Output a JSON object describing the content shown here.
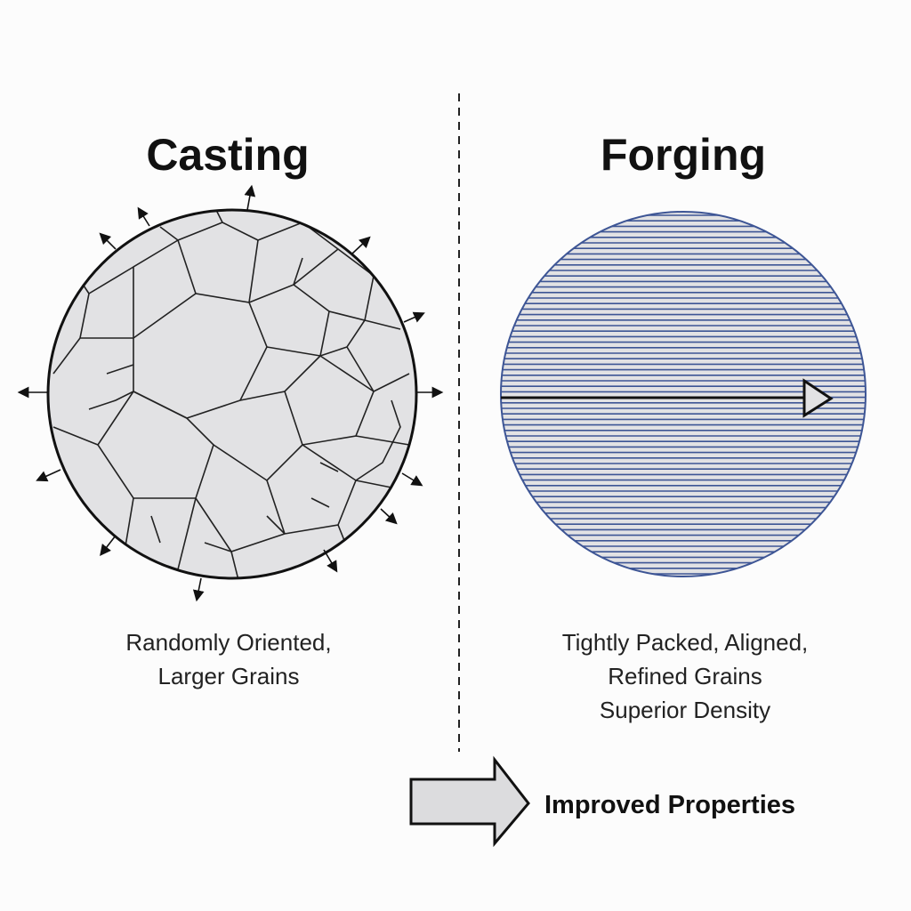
{
  "left_panel": {
    "title": "Casting",
    "caption_line1": "Randomly Oriented,",
    "caption_line2": "Larger Grains",
    "circle_fill": "#e2e2e4",
    "circle_stroke": "#111111"
  },
  "right_panel": {
    "title": "Forging",
    "caption_line1": "Tightly Packed, Aligned,",
    "caption_line2": "Refined Grains",
    "caption_line3": "Superior Density",
    "circle_fill": "#e2e2e4",
    "line_color": "#3d5595"
  },
  "footer": {
    "label": "Improved Properties",
    "arrow_fill": "#dcdcde"
  }
}
